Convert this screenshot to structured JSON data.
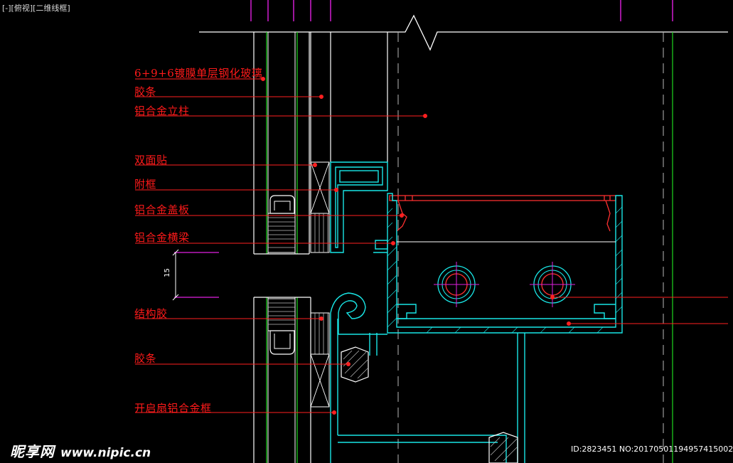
{
  "viewport": {
    "label": "[-][俯视][二维线框]"
  },
  "callouts": [
    {
      "id": "glass",
      "text": "6+9+6镀膜单层钢化玻璃"
    },
    {
      "id": "rubber-strip-1",
      "text": "胶条"
    },
    {
      "id": "mullion",
      "text": "铝合金立柱"
    },
    {
      "id": "double-sided-tape",
      "text": "双面贴"
    },
    {
      "id": "sub-frame",
      "text": "附框"
    },
    {
      "id": "cover-plate",
      "text": "铝合金盖板"
    },
    {
      "id": "transom",
      "text": "铝合金横梁"
    },
    {
      "id": "structural-adhesive",
      "text": "结构胶"
    },
    {
      "id": "rubber-strip-2",
      "text": "胶条"
    },
    {
      "id": "opening-sash-frame",
      "text": "开启扇铝合金框"
    }
  ],
  "dimension": {
    "value": "15"
  },
  "watermark": {
    "logo": "昵享网",
    "site": "www.nipic.cn"
  },
  "image_id": "ID:2823451 NO:20170501194957415002",
  "colors": {
    "background": "#000000",
    "callout_text": "#ff1a1a",
    "leader": "#ff2020",
    "profile": "#19e6e6",
    "glass_edge": "#ffffff",
    "glass_inner": "#1fd81f",
    "axis": "#e020e0",
    "hidden_line": "#b8b8b8"
  }
}
